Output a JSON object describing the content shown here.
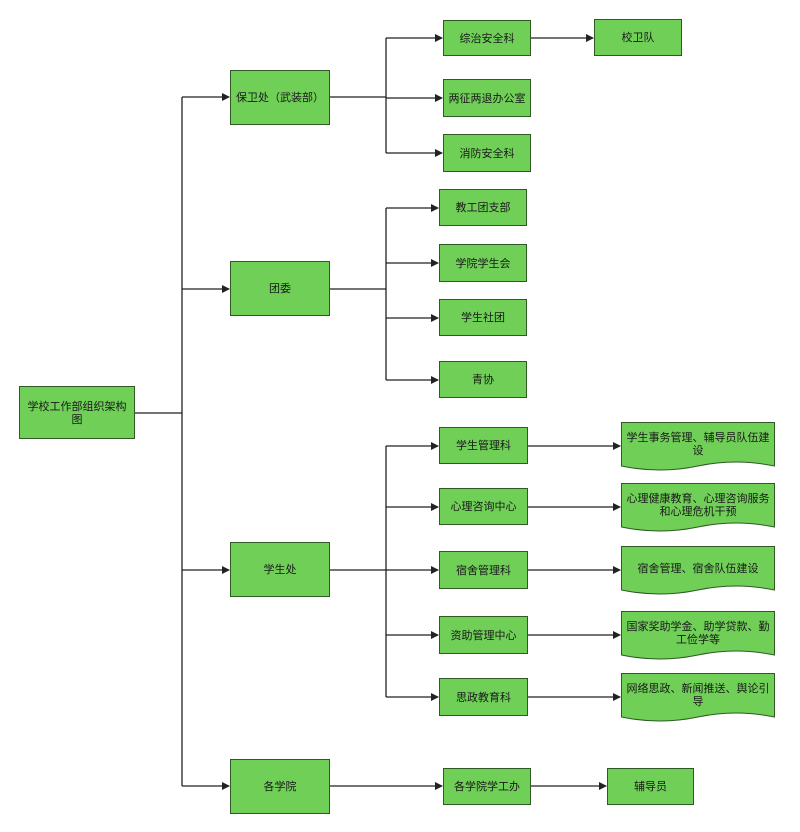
{
  "root": "学校工作部组织架构图",
  "level1": [
    "保卫处（武装部）",
    "团委",
    "学生处",
    "各学院"
  ],
  "baowei": {
    "children": [
      "综治安全科",
      "两征两退办公室",
      "消防安全科"
    ],
    "leaf": "校卫队"
  },
  "tuanwei": {
    "children": [
      "教工团支部",
      "学院学生会",
      "学生社团",
      "青协"
    ]
  },
  "xuesheng": {
    "children": [
      "学生管理科",
      "心理咨询中心",
      "宿舍管理科",
      "资助管理中心",
      "思政教育科"
    ],
    "duties": [
      "学生事务管理、辅导员队伍建设",
      "心理健康教育、心理咨询服务和心理危机干预",
      "宿舍管理、宿舍队伍建设",
      "国家奖助学金、助学贷款、勤工俭学等",
      "网络思政、新闻推送、舆论引导"
    ]
  },
  "xueyuan": {
    "child": "各学院学工办",
    "leaf": "辅导员"
  },
  "colors": {
    "fill": "#6fcf57",
    "stroke": "#2f5a24",
    "line": "#222222"
  }
}
